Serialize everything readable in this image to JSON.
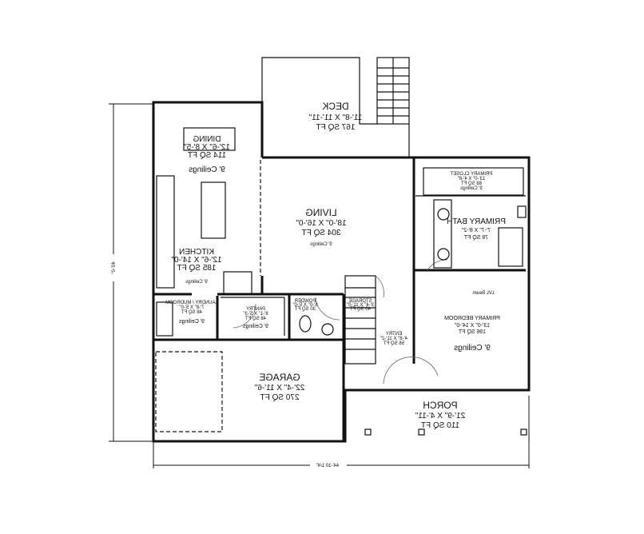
{
  "plan": {
    "text_mirrored": true,
    "dimensions": {
      "width": "44'-10 1/4\"",
      "depth": "40'-0\""
    },
    "rooms": {
      "deck": {
        "name": "DECK",
        "size": "11'-8\" X 11'-11\"",
        "area": "167 SQ FT"
      },
      "dining": {
        "name": "DINING",
        "size": "12'-6\" X 8'-5\"",
        "area": "114 SQ FT",
        "ceiling": "9' Ceilings"
      },
      "living": {
        "name": "LIVING",
        "size": "18'-0\" X 16'-0\"",
        "area": "304 SQ FT",
        "ceiling": "9' Ceilings"
      },
      "kitchen": {
        "name": "KITCHEN",
        "size": "12'-6\" X 14'-0\"",
        "area": "185 SQ FT",
        "ceiling": "9' Ceilings"
      },
      "primary_closet": {
        "name": "PRIMARY CLOSET",
        "size": "13'-0\" X 4'-8\"",
        "area": "88 SQ FT",
        "ceiling": "9' Ceilings"
      },
      "primary_bath": {
        "name": "PRIMARY BATH",
        "size": "7'-7\" X 8'-2\"",
        "area": "78 SQ FT"
      },
      "lvl_beam": "LVL Beam",
      "primary_bedroom": {
        "name": "PRIMARY BEDROOM",
        "size": "13'-0\" X 14'-0\"",
        "area": "196 SQ FT",
        "ceiling": "9' Ceilings"
      },
      "laundry": {
        "name": "LAUNDRY / MUDROOM",
        "size": "7'-8\" X 5'-0\"",
        "area": "48 SQ FT",
        "ceiling": "9' Ceilings"
      },
      "pantry": {
        "name": "PANTRY",
        "size": "8'-1\" X 5'-3\"",
        "area": "48 SQ FT",
        "ceiling": "9' Ceilings"
      },
      "powder": {
        "name": "POWDER",
        "size": "6'-0\" X 5'-0\"",
        "area": "30 SQ FT"
      },
      "storage": {
        "name": "STORAGE",
        "size": "3'-4\" X 11'-0\"",
        "area": "40 SQ FT"
      },
      "entry": {
        "name": "ENTRY",
        "size": "4'-8\" X 11'-2\"",
        "area": "56 SQ FT"
      },
      "garage": {
        "name": "GARAGE",
        "size": "22'-4\" X 11'-6\"",
        "area": "270 SQ FT"
      },
      "porch": {
        "name": "PORCH",
        "size": "21'-9\" X 4'-11\"",
        "area": "110 SQ FT"
      }
    }
  }
}
